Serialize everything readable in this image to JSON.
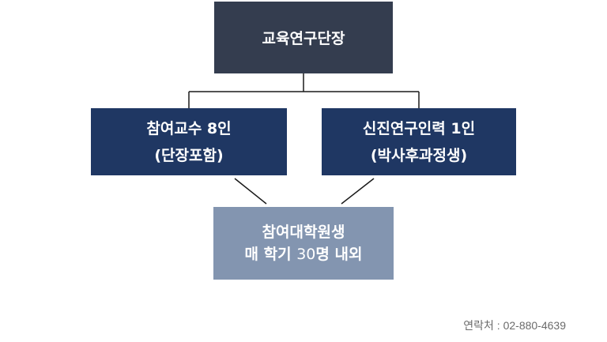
{
  "org": {
    "head": "교육연구단장",
    "participants": {
      "line1": "참여교수 8인",
      "line2": "(단장포함)"
    },
    "researchers": {
      "line1": "신진연구인력 1인",
      "line2": "(박사후과정생)"
    },
    "students": {
      "line1": "참여대학원생",
      "line2_a": "매 학기 ",
      "line2_num": "30",
      "line2_b": "명 내외"
    }
  },
  "contact": "연락처 : 02-880-4639",
  "colors": {
    "head": "#343d4f",
    "mid": "#1f3763",
    "bottom": "#8395b0"
  }
}
